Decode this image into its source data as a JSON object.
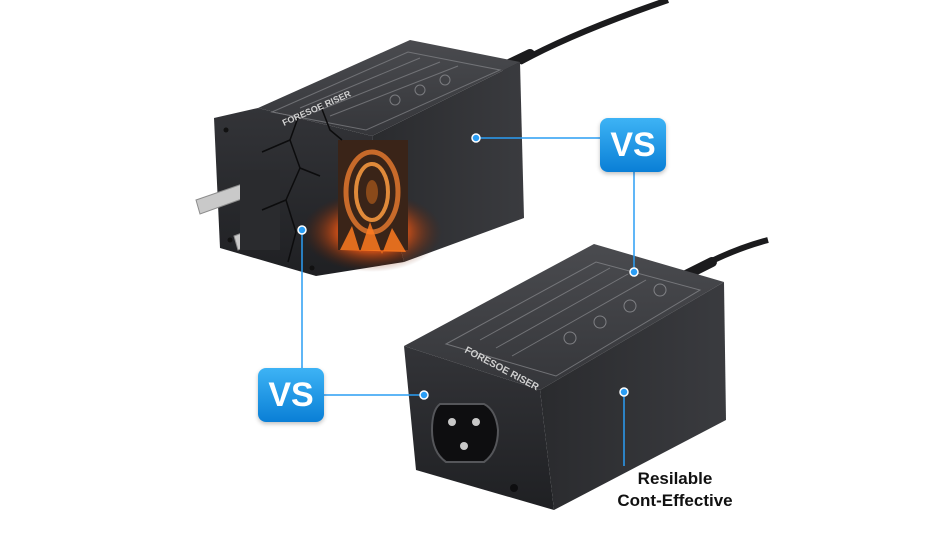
{
  "scene": {
    "top_product": {
      "state": "damaged",
      "brand_text": "FORESOE RISER"
    },
    "bottom_product": {
      "state": "intact",
      "brand_text": "FORESOE RISER"
    }
  },
  "badges": {
    "top": "VS",
    "bottom": "VS"
  },
  "caption": {
    "line1": "Resilable",
    "line2": "Cont-Effective"
  },
  "colors": {
    "badge": "#1a8fe3",
    "callout_line": "#2a9df4",
    "adapter_body": "#2f3033",
    "fire": "#ff6a1a"
  }
}
